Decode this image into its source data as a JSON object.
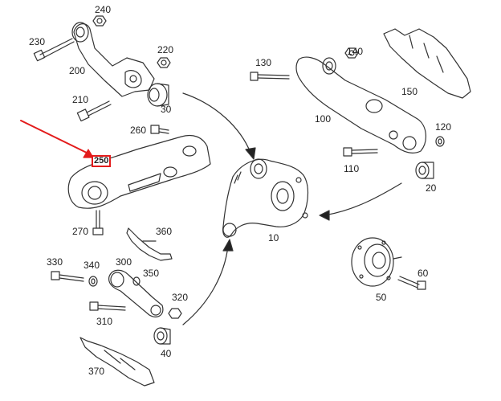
{
  "colors": {
    "line": "#333333",
    "highlight": "#e31b1b"
  },
  "callouts": [
    {
      "id": "240",
      "text": "240"
    },
    {
      "id": "230",
      "text": "230"
    },
    {
      "id": "220",
      "text": "220"
    },
    {
      "id": "200",
      "text": "200"
    },
    {
      "id": "210",
      "text": "210"
    },
    {
      "id": "30",
      "text": "30"
    },
    {
      "id": "260",
      "text": "260"
    },
    {
      "id": "250",
      "text": "250"
    },
    {
      "id": "270",
      "text": "270"
    },
    {
      "id": "360",
      "text": "360"
    },
    {
      "id": "330",
      "text": "330"
    },
    {
      "id": "340",
      "text": "340"
    },
    {
      "id": "300",
      "text": "300"
    },
    {
      "id": "350",
      "text": "350"
    },
    {
      "id": "320",
      "text": "320"
    },
    {
      "id": "310",
      "text": "310"
    },
    {
      "id": "40",
      "text": "40"
    },
    {
      "id": "370",
      "text": "370"
    },
    {
      "id": "130",
      "text": "130"
    },
    {
      "id": "140",
      "text": "140"
    },
    {
      "id": "150",
      "text": "150"
    },
    {
      "id": "100",
      "text": "100"
    },
    {
      "id": "120",
      "text": "120"
    },
    {
      "id": "110",
      "text": "110"
    },
    {
      "id": "20",
      "text": "20"
    },
    {
      "id": "10",
      "text": "10"
    },
    {
      "id": "60",
      "text": "60"
    },
    {
      "id": "50",
      "text": "50"
    }
  ]
}
